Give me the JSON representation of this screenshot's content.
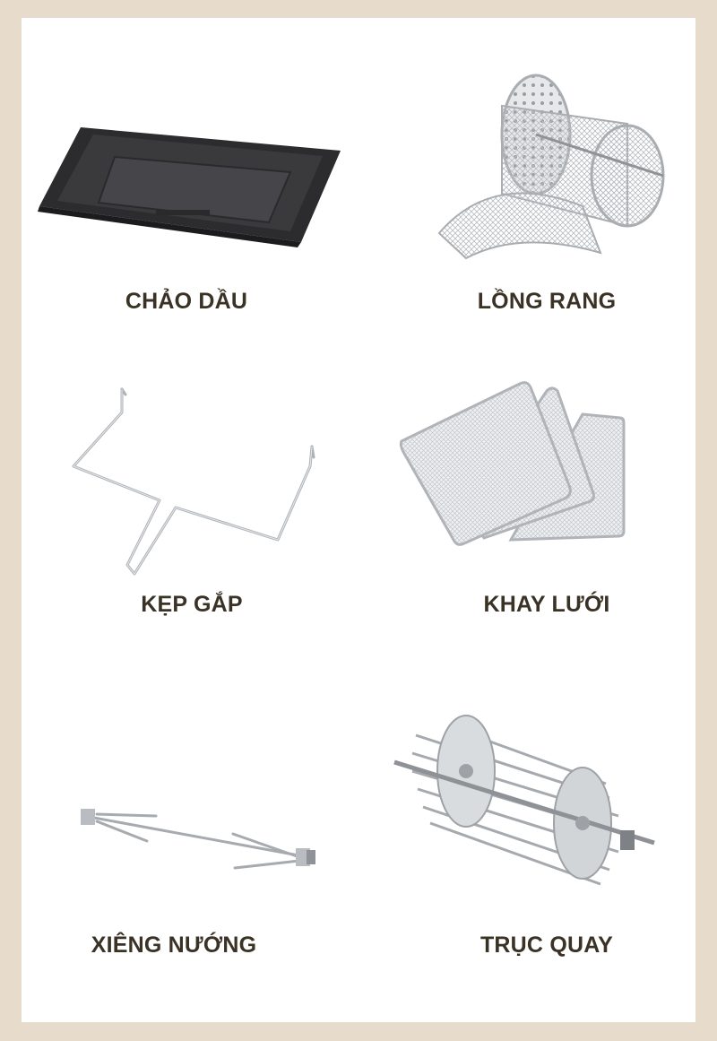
{
  "colors": {
    "frame": "#e7dccb",
    "card": "#ffffff",
    "label": "#3b3226"
  },
  "accessories": [
    {
      "label": "CHẢO DẦU",
      "icon": "oil-tray-icon"
    },
    {
      "label": "LỒNG RANG",
      "icon": "roasting-cage-icon"
    },
    {
      "label": "KẸP GẮP",
      "icon": "tong-clip-icon"
    },
    {
      "label": "KHAY LƯỚI",
      "icon": "mesh-tray-icon"
    },
    {
      "label": "XIÊNG NƯỚNG",
      "icon": "skewer-icon"
    },
    {
      "label": "TRỤC QUAY",
      "icon": "rotisserie-icon"
    }
  ]
}
